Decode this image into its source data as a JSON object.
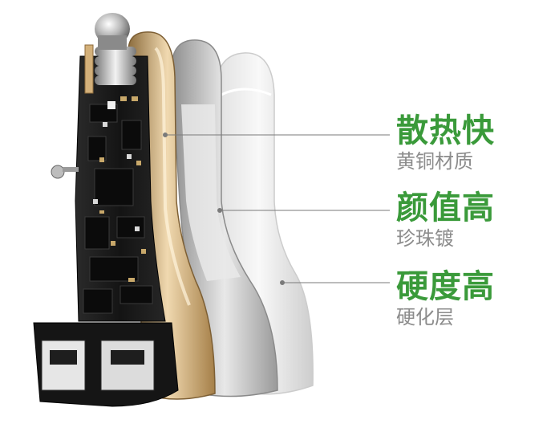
{
  "callouts": [
    {
      "title": "散热快",
      "subtitle": "黄铜材质"
    },
    {
      "title": "颜值高",
      "subtitle": "珍珠镀"
    },
    {
      "title": "硬度高",
      "subtitle": "硬化层"
    }
  ],
  "colors": {
    "title": "#3a9a3a",
    "subtitle": "#8c8c8c",
    "leader_line": "#7a7a7a",
    "brass_shell": "#c9ab7c",
    "pearl_shell": "#c2c2c2",
    "hardened_shell": "#e4e4e4",
    "circuit_board": "#1a1a1a"
  }
}
